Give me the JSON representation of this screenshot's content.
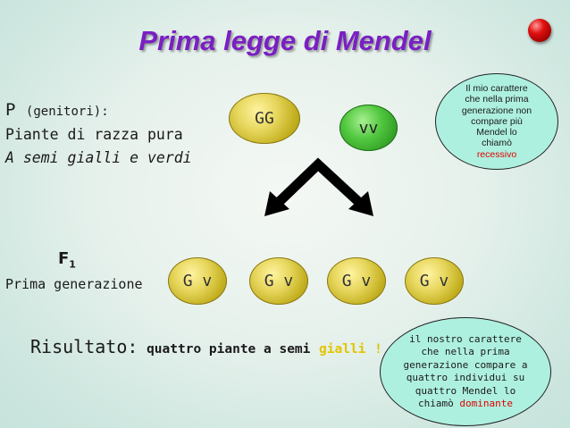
{
  "title": "Prima legge di Mendel",
  "parents": {
    "p": "P",
    "p_note": "(genitori):",
    "line1": "Piante di razza pura",
    "line2": "A semi gialli e verdi",
    "genotype_yellow": "GG",
    "genotype_green": "vv"
  },
  "f1": {
    "label": "F",
    "subscript": "1",
    "description": "Prima generazione",
    "genotypes": [
      "G v",
      "G v",
      "G v",
      "G v"
    ]
  },
  "result": {
    "label": "Risultato:",
    "text": "quattro piante a semi",
    "highlight": "gialli",
    "end": "!"
  },
  "bubble_recessive": {
    "lines": [
      "Il mio carattere",
      "che nella prima",
      "generazione non",
      "compare più",
      "Mendel lo",
      "chiamò"
    ],
    "keyword": "recessivo"
  },
  "bubble_dominant": {
    "lines": [
      "il nostro carattere",
      "che nella prima",
      "generazione compare a",
      "quattro individui su",
      "quattro Mendel lo"
    ],
    "last_prefix": "chiamò",
    "keyword": "dominante"
  },
  "colors": {
    "title": "#7a1fc3",
    "yellow_seed": "#d8c640",
    "green_seed": "#3fb52e",
    "bubble": "#aef0df",
    "keyword_red": "#e00000",
    "highlight_yellow": "#e3c400"
  }
}
